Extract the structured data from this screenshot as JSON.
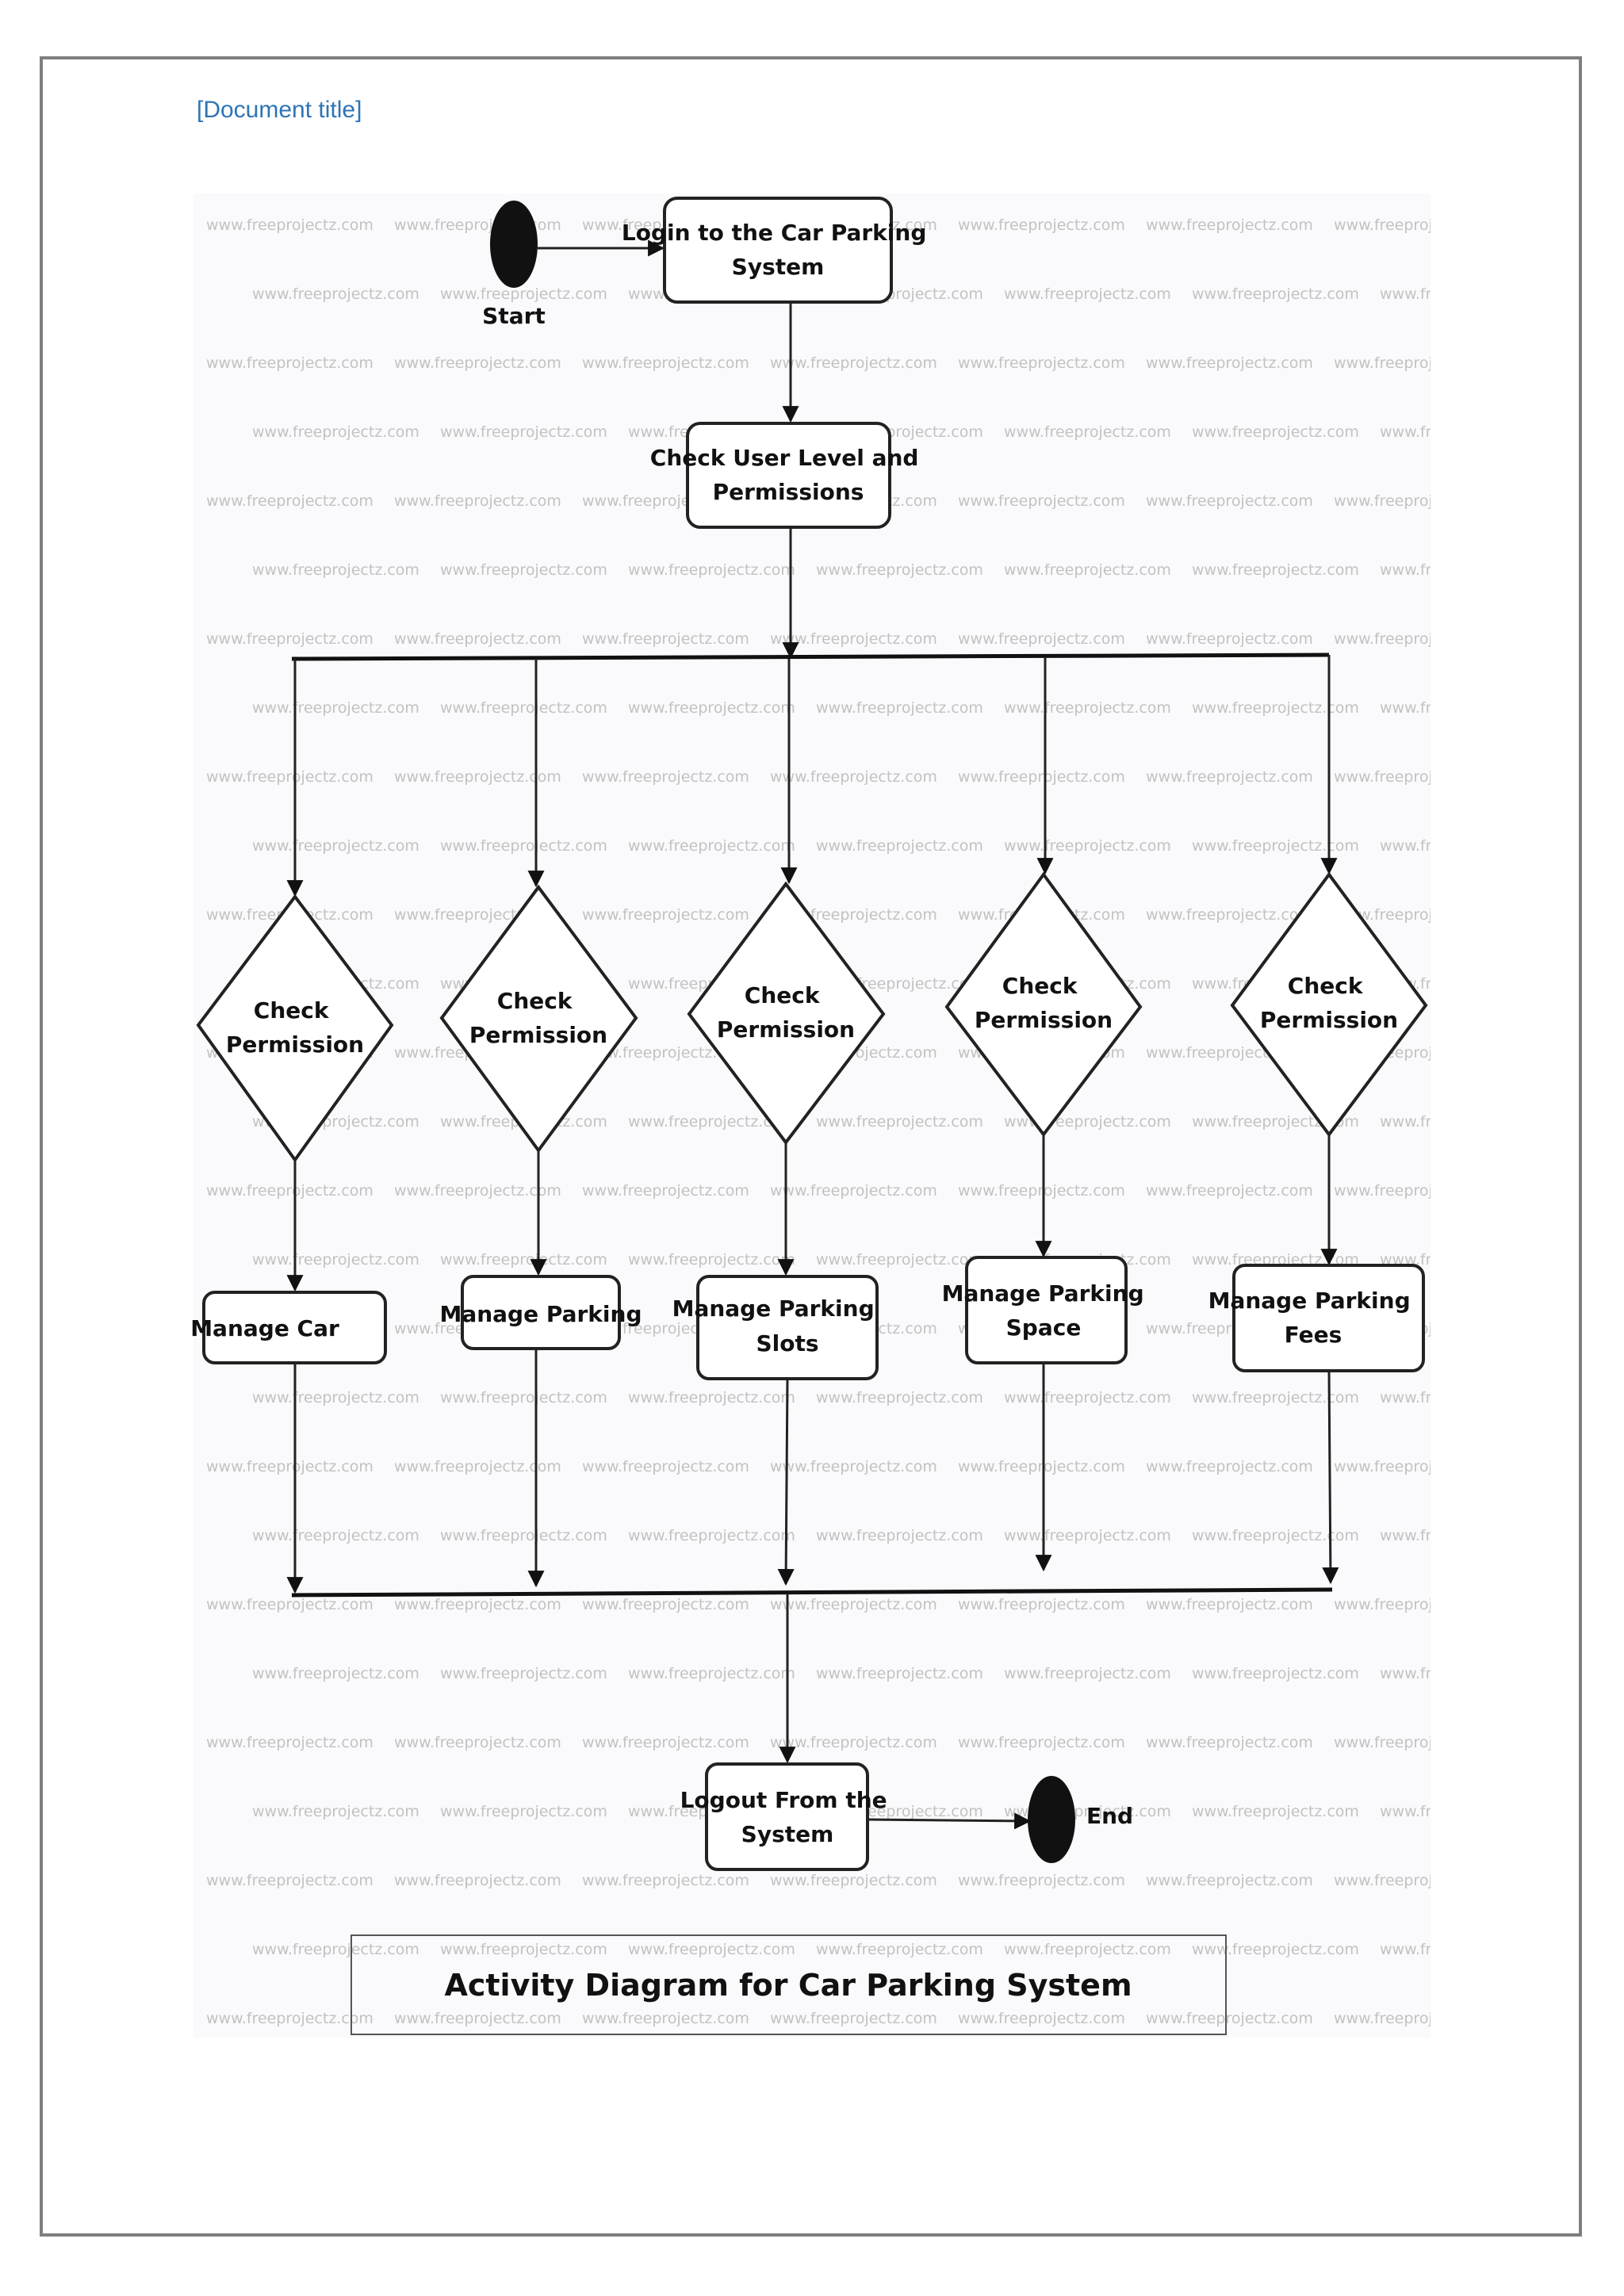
{
  "header": {
    "document_title": "[Document title]"
  },
  "watermark": {
    "text": "www.freeprojectz.com"
  },
  "diagram": {
    "start_label": "Start",
    "end_label": "End",
    "login": [
      "Login to the Car Parking",
      "System"
    ],
    "check_user": [
      "Check User Level and",
      "Permissions"
    ],
    "decisions": [
      [
        "Check",
        "Permission"
      ],
      [
        "Check",
        "Permission"
      ],
      [
        "Check",
        "Permission"
      ],
      [
        "Check",
        "Permission"
      ],
      [
        "Check",
        "Permission"
      ]
    ],
    "actions": [
      [
        "Manage Car"
      ],
      [
        "Manage Parking"
      ],
      [
        "Manage Parking",
        "Slots"
      ],
      [
        "Manage Parking",
        "Space"
      ],
      [
        "Manage Parking",
        "Fees"
      ]
    ],
    "logout": [
      "Logout From the",
      "System"
    ],
    "caption": "Activity Diagram for Car Parking System"
  }
}
